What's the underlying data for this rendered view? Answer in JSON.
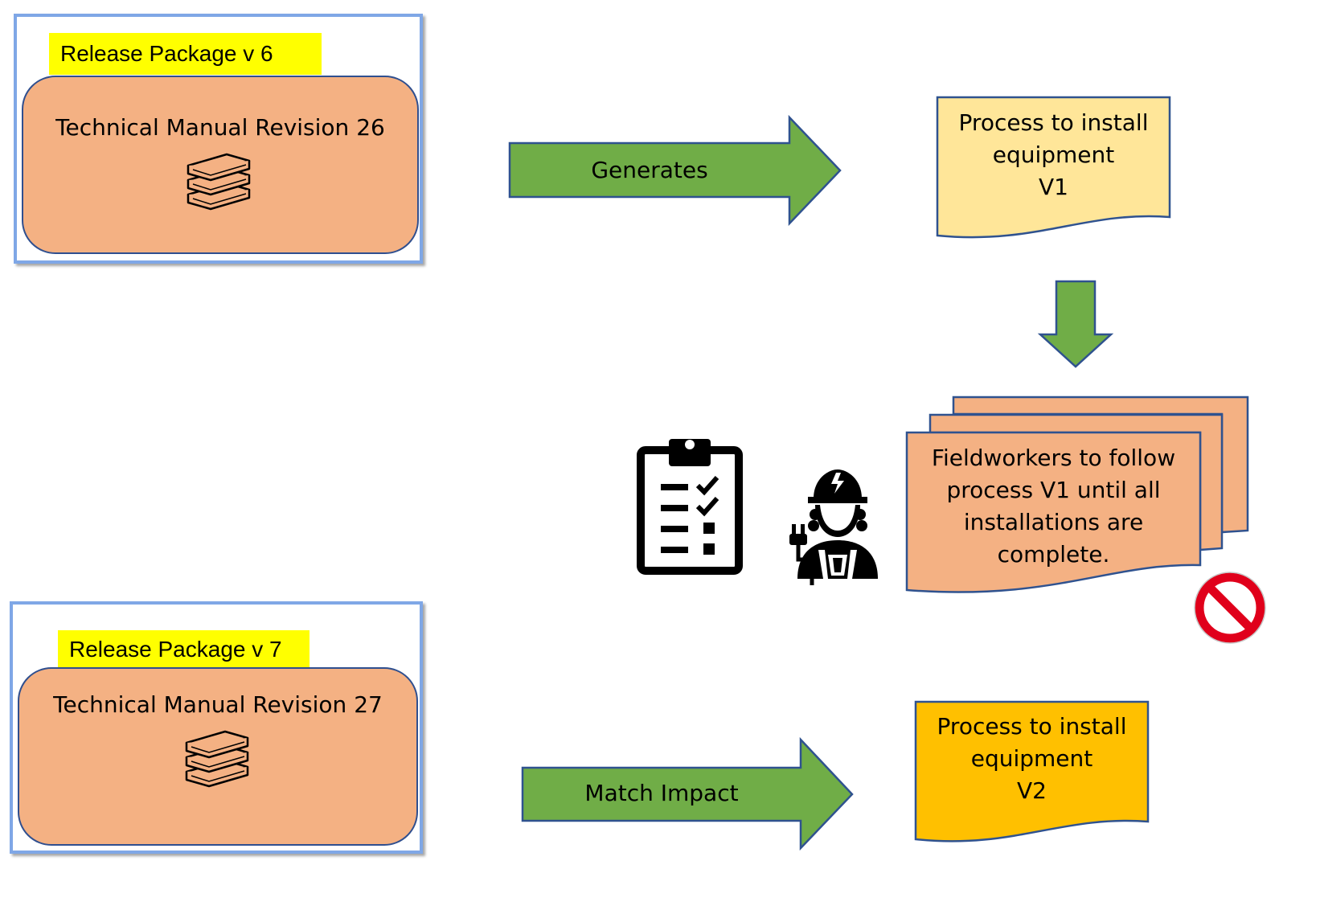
{
  "packages": [
    {
      "label": "Release Package v 6",
      "manual_title": "Technical Manual Revision 26",
      "icon": "books-icon"
    },
    {
      "label": "Release Package v 7",
      "manual_title": "Technical Manual Revision 27",
      "icon": "books-icon"
    }
  ],
  "arrows": {
    "generates": "Generates",
    "match_impact": "Match Impact"
  },
  "documents": {
    "process_v1": [
      "Process to install",
      "equipment",
      "V1"
    ],
    "fieldworkers": [
      "Fieldworkers to follow",
      "process V1 until all",
      "installations are",
      "complete."
    ],
    "process_v2": [
      "Process to install",
      "equipment",
      "V2"
    ]
  },
  "icons": {
    "clipboard": "clipboard-checklist-icon",
    "worker": "electrician-worker-icon",
    "prohibited": "prohibited-icon"
  },
  "colors": {
    "arrow_green": "#70ad47",
    "manual_fill": "#f4b183",
    "doc_v1_fill": "#ffe699",
    "doc_v2_fill": "#ffc000",
    "label_yellow": "#ffff00",
    "prohibit_red": "#e0001b"
  }
}
